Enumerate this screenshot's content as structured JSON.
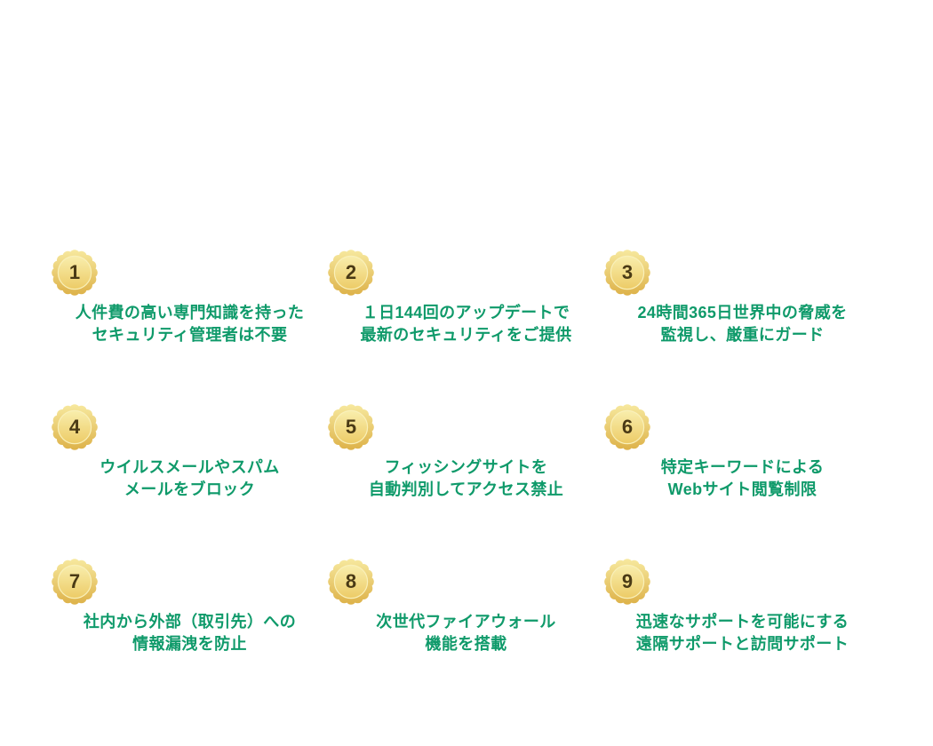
{
  "page": {
    "background_color": "#ffffff",
    "caption_color": "#0f9a6a",
    "badge_number_color": "#4a3a15",
    "badge_gold_light": "#f7e99f",
    "badge_gold_dark": "#ddb148",
    "badge_inner_light": "#f9efaf",
    "badge_inner_dark": "#ecca64"
  },
  "cards": [
    {
      "number": "1",
      "line1": "人件費の高い専門知識を持った",
      "line2": "セキュリティ管理者は不要"
    },
    {
      "number": "2",
      "line1": "１日144回のアップデートで",
      "line2": "最新のセキュリティをご提供"
    },
    {
      "number": "3",
      "line1": "24時間365日世界中の脅威を",
      "line2": "監視し、厳重にガード"
    },
    {
      "number": "4",
      "line1": "ウイルスメールやスパム",
      "line2": "メールをブロック"
    },
    {
      "number": "5",
      "line1": "フィッシングサイトを",
      "line2": "自動判別してアクセス禁止"
    },
    {
      "number": "6",
      "line1": "特定キーワードによる",
      "line2": "Webサイト閲覧制限"
    },
    {
      "number": "7",
      "line1": "社内から外部（取引先）への",
      "line2": "情報漏洩を防止"
    },
    {
      "number": "8",
      "line1": "次世代ファイアウォール",
      "line2": "機能を搭載"
    },
    {
      "number": "9",
      "line1": "迅速なサポートを可能にする",
      "line2": "遠隔サポートと訪問サポート"
    }
  ]
}
